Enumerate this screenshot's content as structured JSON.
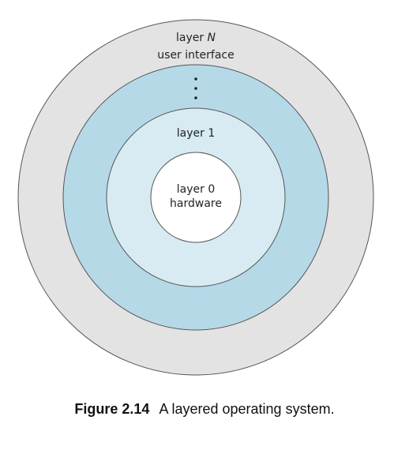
{
  "diagram": {
    "layers": [
      {
        "id": "layer-n",
        "title_prefix": "layer ",
        "title_var": "N",
        "subtitle": "user interface",
        "fill": "#e3e3e3"
      },
      {
        "id": "middle-layers",
        "ellipsis": "…",
        "fill": "#b6d9e8"
      },
      {
        "id": "layer-1",
        "title": "layer 1",
        "fill": "#d8ebf3"
      },
      {
        "id": "layer-0",
        "title": "layer 0",
        "subtitle": "hardware",
        "fill": "#ffffff"
      }
    ],
    "stroke_color": "#555555"
  },
  "caption": {
    "label": "Figure 2.14",
    "text": "A layered operating system."
  }
}
